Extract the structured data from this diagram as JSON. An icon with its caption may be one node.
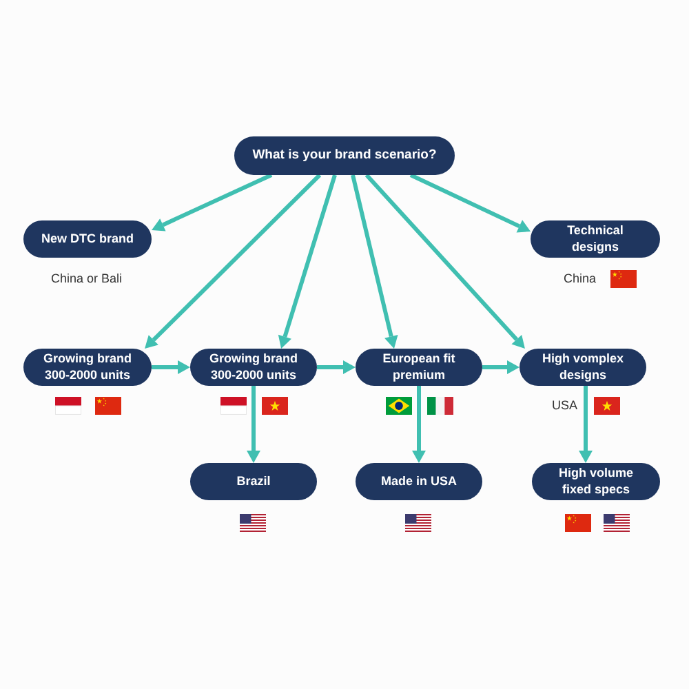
{
  "diagram": {
    "nodes": [
      {
        "text": [
          "What is your brand scenario?"
        ]
      },
      {
        "text": [
          "New DTC brand"
        ],
        "beside": [
          "China or Bali"
        ]
      },
      {
        "text": [
          "Technical designs"
        ],
        "beside": [
          "China"
        ]
      },
      {
        "text": [
          "Growing brand 300-2000 units"
        ]
      },
      {
        "text": [
          "Growing brand 300-2000 units"
        ]
      },
      {
        "text": [
          "European fit premium"
        ]
      },
      {
        "text": [
          "High vomplex designs"
        ],
        "beside": [
          "USA"
        ]
      },
      {
        "text": [
          "Brazil"
        ]
      },
      {
        "text": [
          "Made in USA"
        ]
      },
      {
        "text": [
          "High volume fixed specs"
        ]
      }
    ],
    "edges": [
      {
        "from": 0,
        "to": 1,
        "arrow": "to"
      },
      {
        "from": 0,
        "to": 2,
        "arrow": "to"
      },
      {
        "from": 0,
        "to": 3,
        "arrow": "to"
      },
      {
        "from": 0,
        "to": 4,
        "arrow": "to"
      },
      {
        "from": 0,
        "to": 5,
        "arrow": "to"
      },
      {
        "from": 0,
        "to": 6,
        "arrow": "to"
      },
      {
        "from": 3,
        "to": 4,
        "arrow": "to"
      },
      {
        "from": 4,
        "to": 5,
        "arrow": "to"
      },
      {
        "from": 5,
        "to": 6,
        "arrow": "to"
      },
      {
        "from": 4,
        "to": 7,
        "arrow": "to"
      },
      {
        "from": 5,
        "to": 8,
        "arrow": "to"
      },
      {
        "from": 6,
        "to": 9,
        "arrow": "to"
      }
    ]
  }
}
